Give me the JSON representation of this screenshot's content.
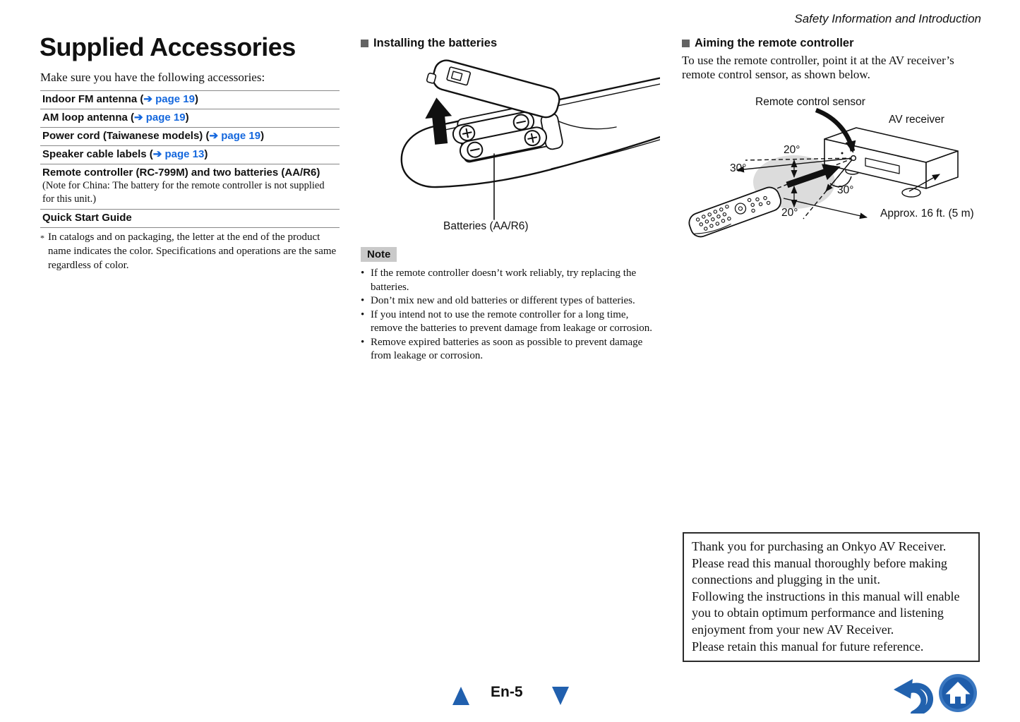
{
  "header": {
    "section_title": "Safety Information and Introduction"
  },
  "left_column": {
    "title": "Supplied Accessories",
    "intro": "Make sure you have the following accessories:",
    "accessories": [
      {
        "name": "Indoor FM antenna (",
        "link": "➔ page 19",
        "suffix": ")"
      },
      {
        "name": "AM loop antenna (",
        "link": "➔ page 19",
        "suffix": ")"
      },
      {
        "name": "Power cord (Taiwanese models) (",
        "link": "➔ page 19",
        "suffix": ")"
      },
      {
        "name": "Speaker cable labels (",
        "link": "➔ page 13",
        "suffix": ")"
      },
      {
        "name": "Remote controller (RC-799M) and two batteries (AA/R6)",
        "link": "",
        "suffix": "",
        "note": "(Note for China: The battery for the remote controller is not supplied for this unit.)"
      },
      {
        "name": "Quick Start Guide",
        "link": "",
        "suffix": ""
      }
    ],
    "footnote_marker": "*",
    "footnote": "In catalogs and on packaging, the letter at the end of the product name indicates the color. Specifications and operations are the same regardless of color."
  },
  "middle_column": {
    "heading": "Installing the batteries",
    "figure_label": "Batteries (AA/R6)",
    "note": {
      "label": "Note",
      "bullet": "•",
      "items": [
        "If the remote controller doesn’t work reliably, try replacing the batteries.",
        "Don’t mix new and old batteries or different types of batteries.",
        "If you intend not to use the remote controller for a long time, remove the batteries to prevent damage from leakage or corrosion.",
        "Remove expired batteries as soon as possible to prevent damage from leakage or corrosion."
      ]
    }
  },
  "right_column": {
    "heading": "Aiming the remote controller",
    "body": "To use the remote controller, point it at the AV receiver’s remote control sensor, as shown below.",
    "diagram": {
      "sensor_label": "Remote control sensor",
      "receiver_label": "AV receiver",
      "angle_top": "20°",
      "angle_left": "30°",
      "angle_right": "30°",
      "angle_bottom": "20°",
      "distance_label": "Approx. 16 ft. (5 m)"
    },
    "thank_you": [
      "Thank you for purchasing an Onkyo AV Receiver.",
      "Please read this manual thoroughly before making connections and plugging in the unit.",
      "Following the instructions in this manual will enable you to obtain optimum performance and listening enjoyment from your new AV Receiver.",
      "Please retain this manual for future reference."
    ]
  },
  "footer": {
    "page_label": "En-5"
  },
  "icons": {
    "prev_page": "up-triangle",
    "next_page": "down-triangle",
    "back": "undo-arrow",
    "home": "home"
  },
  "colors": {
    "link_blue": "#1467dd",
    "nav_blue": "#2160ae",
    "note_badge_bg": "#c9c9c9",
    "heading_square": "#636363"
  }
}
